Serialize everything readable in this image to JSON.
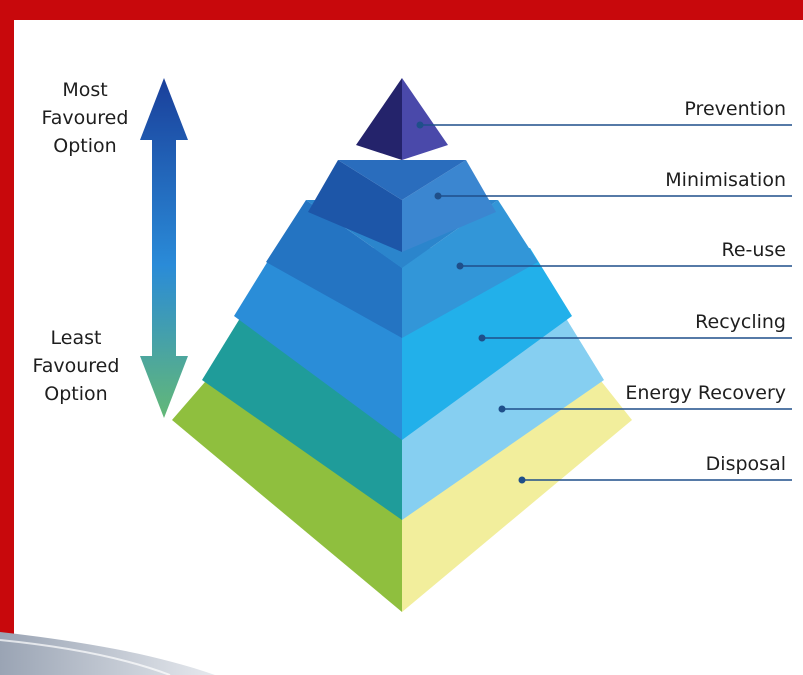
{
  "diagram": {
    "axis": {
      "top_label": [
        "Most",
        "Favoured",
        "Option"
      ],
      "bottom_label": [
        "Least",
        "Favoured",
        "Option"
      ]
    },
    "levels": [
      {
        "label": "Prevention",
        "color": "#3a3a9a"
      },
      {
        "label": "Minimisation",
        "color": "#2f72c4"
      },
      {
        "label": "Re-use",
        "color": "#2a8fd8"
      },
      {
        "label": "Recycling",
        "color": "#1ca6e6"
      },
      {
        "label": "Energy Recovery",
        "color": "#2aa6a8"
      },
      {
        "label": "Disposal",
        "color": "#9cc644"
      }
    ],
    "colors": {
      "frame": "#c8080c",
      "panel": "#ffffff",
      "leader_line": "#1f4f8a",
      "arrow_top": "#1a3f9a",
      "arrow_bottom": "#63b877"
    }
  }
}
